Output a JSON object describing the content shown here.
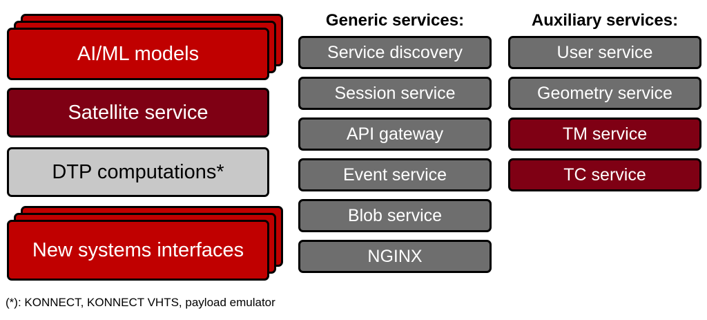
{
  "left_stack": {
    "ai_ml": "AI/ML models",
    "satellite": "Satellite service",
    "dtp": "DTP computations*",
    "new_systems": "New systems interfaces"
  },
  "generic": {
    "heading": "Generic services:",
    "items": [
      "Service discovery",
      "Session service",
      "API gateway",
      "Event service",
      "Blob service",
      "NGINX"
    ]
  },
  "auxiliary": {
    "heading": "Auxiliary services:",
    "items": [
      "User service",
      "Geometry service",
      "TM service",
      "TC service"
    ]
  },
  "footnote": "(*): KONNECT, KONNECT VHTS, payload emulator",
  "colors": {
    "red": "#c00000",
    "dark_red": "#7f0014",
    "gray": "#6e6e6e",
    "light_gray": "#c8c8c8"
  }
}
